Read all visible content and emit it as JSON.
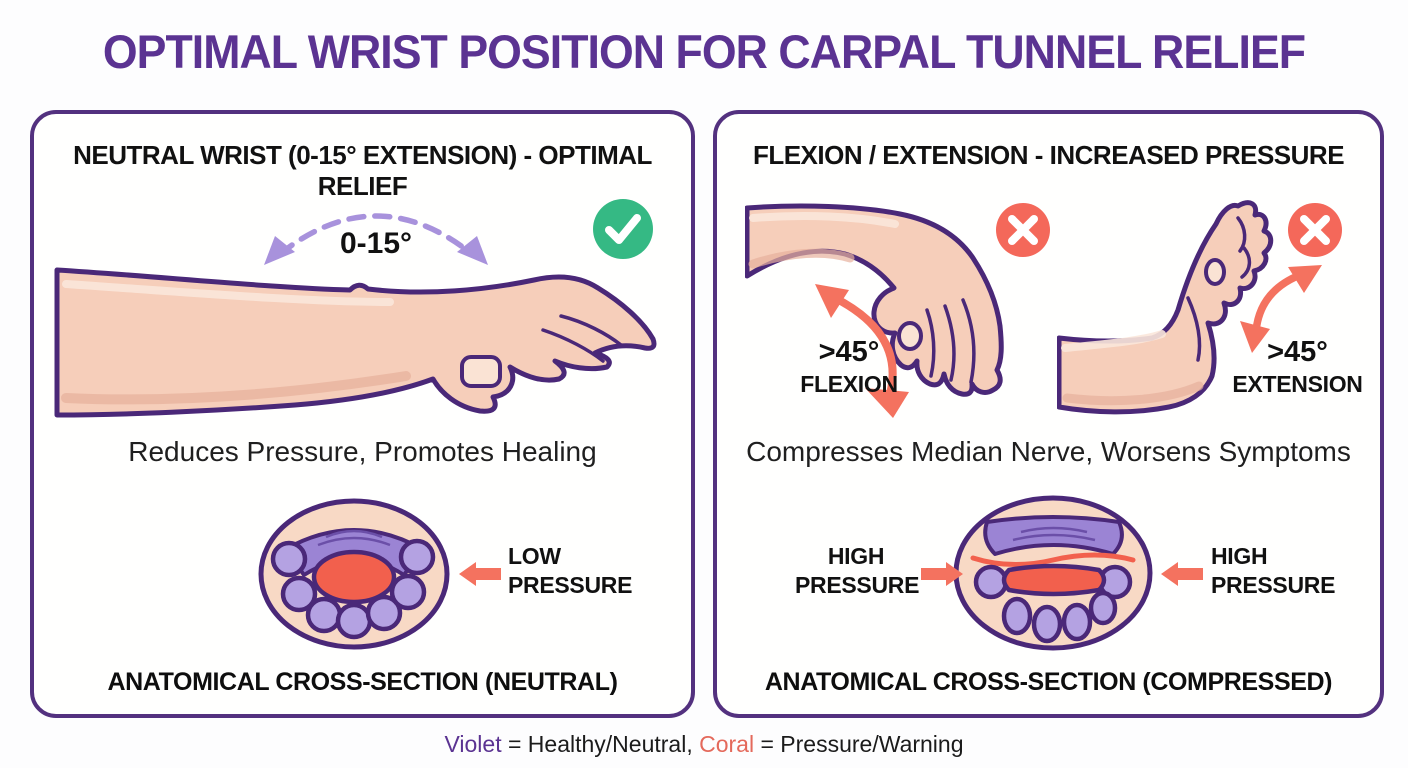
{
  "title": "OPTIMAL WRIST POSITION FOR CARPAL TUNNEL RELIEF",
  "colors": {
    "violet_accent": "#5b3392",
    "panel_border": "#53317f",
    "illustration_outline": "#4a2878",
    "skin": "#f6ceba",
    "coral_warning": "#f4685a",
    "coral_nerve": "#f2604d",
    "green_ok": "#35b984",
    "ligament_violet": "#9b84d4",
    "tendon_violet": "#b4a2e2",
    "cross_section_bg": "#f8d9c5"
  },
  "left_panel": {
    "header": "NEUTRAL WRIST (0-15° EXTENSION) - OPTIMAL RELIEF",
    "angle_label": "0-15°",
    "status_icon": "check-circle-green",
    "benefit_text": "Reduces Pressure, Promotes Healing",
    "pressure_label": {
      "line1": "LOW",
      "line2": "PRESSURE"
    },
    "caption": "ANATOMICAL CROSS-SECTION (NEUTRAL)"
  },
  "right_panel": {
    "header": "FLEXION / EXTENSION - INCREASED PRESSURE",
    "flexion": {
      "angle": ">45°",
      "label": "FLEXION",
      "status_icon": "x-circle-coral"
    },
    "extension": {
      "angle": ">45°",
      "label": "EXTENSION",
      "status_icon": "x-circle-coral"
    },
    "warning_text": "Compresses Median Nerve, Worsens Symptoms",
    "pressure_label_left": {
      "line1": "HIGH",
      "line2": "PRESSURE"
    },
    "pressure_label_right": {
      "line1": "HIGH",
      "line2": "PRESSURE"
    },
    "caption": "ANATOMICAL CROSS-SECTION (COMPRESSED)"
  },
  "legend": {
    "violet_term": "Violet",
    "violet_def": " = Healthy/Neutral, ",
    "coral_term": "Coral",
    "coral_def": " = Pressure/Warning"
  }
}
